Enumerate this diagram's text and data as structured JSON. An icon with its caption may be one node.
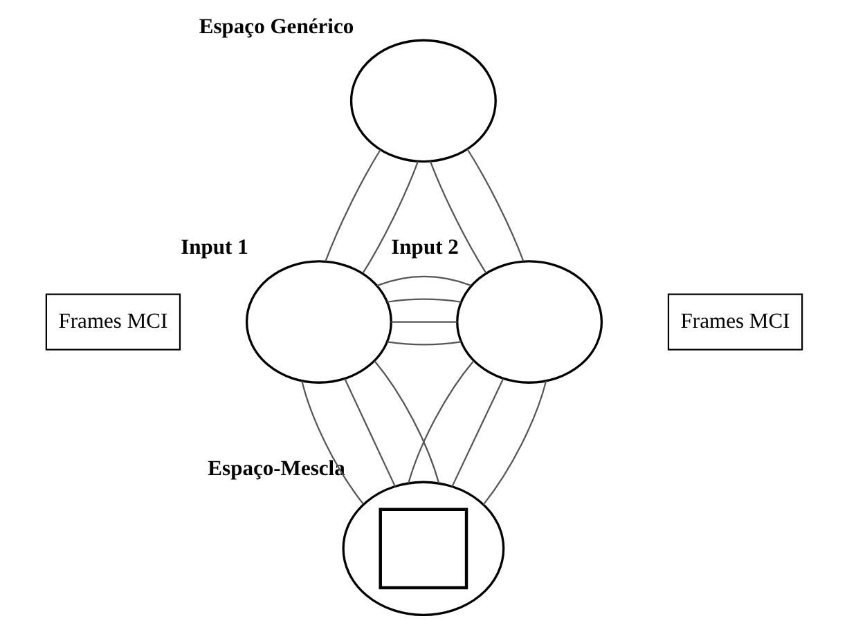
{
  "diagram": {
    "nodes": [
      {
        "text": [],
        "shape": "circle",
        "beside": [
          "Espaço Genérico"
        ]
      },
      {
        "text": [
          "Frames MCI"
        ]
      },
      {
        "text": [],
        "shape": "circle",
        "beside": [
          "Input 1"
        ]
      },
      {
        "text": [
          "Frames MCI"
        ]
      },
      {
        "text": [],
        "shape": "circle",
        "beside": [
          "Input 2"
        ]
      },
      {
        "text": [],
        "shape": "circle",
        "beside": [
          "Espaço-Mescla"
        ]
      }
    ],
    "edges": [
      {
        "from": 0,
        "to": 2,
        "arrow": "none"
      },
      {
        "from": 0,
        "to": 2,
        "arrow": "none"
      },
      {
        "from": 0,
        "to": 4,
        "arrow": "none"
      },
      {
        "from": 0,
        "to": 4,
        "arrow": "none"
      },
      {
        "from": 2,
        "to": 4,
        "arrow": "none"
      },
      {
        "from": 2,
        "to": 4,
        "arrow": "none"
      },
      {
        "from": 2,
        "to": 4,
        "arrow": "none"
      },
      {
        "from": 2,
        "to": 4,
        "arrow": "none"
      },
      {
        "from": 2,
        "to": 5,
        "arrow": "none"
      },
      {
        "from": 2,
        "to": 5,
        "arrow": "none"
      },
      {
        "from": 2,
        "to": 5,
        "arrow": "none"
      },
      {
        "from": 4,
        "to": 5,
        "arrow": "none"
      },
      {
        "from": 4,
        "to": 5,
        "arrow": "none"
      },
      {
        "from": 4,
        "to": 5,
        "arrow": "none"
      }
    ]
  }
}
